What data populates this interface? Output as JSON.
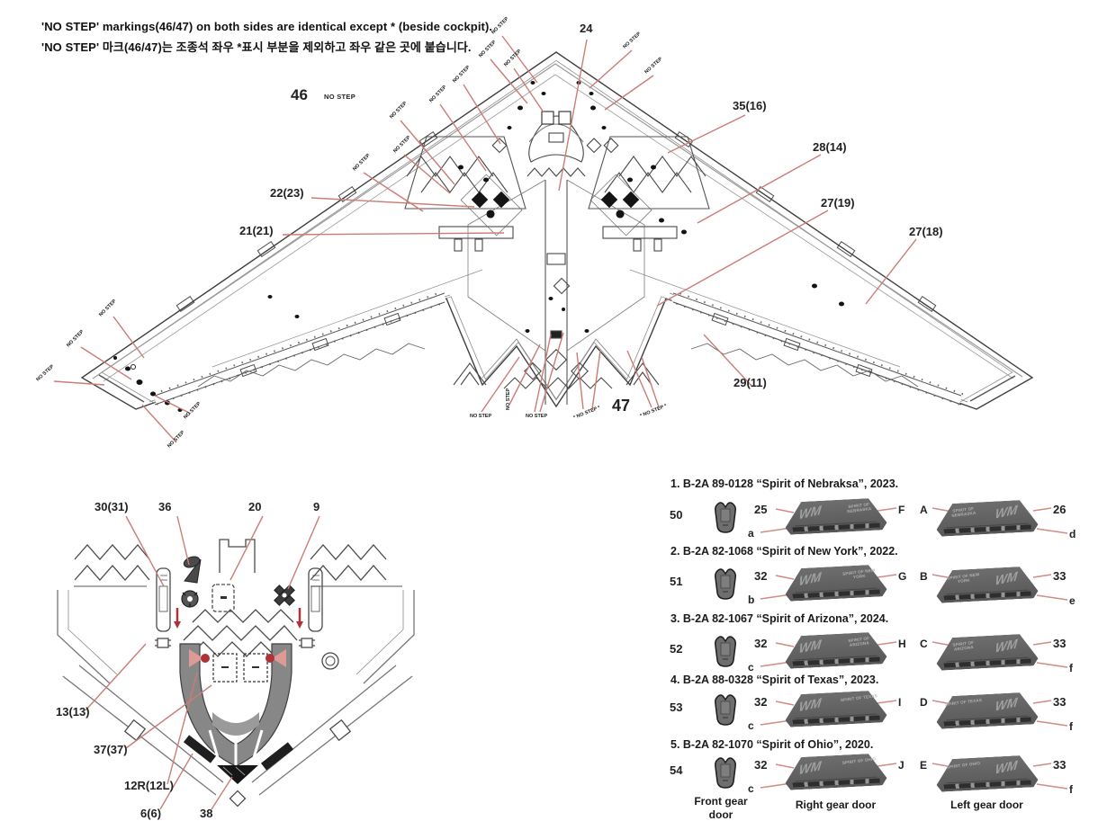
{
  "header": {
    "line1": "'NO STEP' markings(46/47) on both sides are identical except * (beside cockpit).",
    "line2": "'NO STEP' 마크(46/47)는 조종석 좌우 *표시 부분을 제외하고 좌우 같은 곳에 붙습니다."
  },
  "main": {
    "no_step": "NO STEP",
    "no_step_star": "* NO STEP *",
    "decal46": "46",
    "decal46_sub": "NO STEP",
    "decal47": "47",
    "callouts": {
      "c24": "24",
      "c35": "35(16)",
      "c28": "28(14)",
      "c27_19": "27(19)",
      "c27_18": "27(18)",
      "c22": "22(23)",
      "c21": "21(21)",
      "c29": "29(11)"
    }
  },
  "detail": {
    "callouts": {
      "c30": "30(31)",
      "c36": "36",
      "c20": "20",
      "c9": "9",
      "c13": "13(13)",
      "c37": "37(37)",
      "c12": "12R(12L)",
      "c6": "6(6)",
      "c38": "38"
    }
  },
  "variants": {
    "rows": [
      {
        "title": "1. B-2A 89-0128 “Spirit of Nebraksa”, 2023.",
        "front_num": "50",
        "right_num": "25",
        "right_corner": "a",
        "right_letter": "F",
        "left_letter": "A",
        "left_num": "26",
        "left_corner": "d",
        "door_mark": "WM",
        "door_name": "SPIRIT OF NEBRASKA"
      },
      {
        "title": "2. B-2A 82-1068 “Spirit of New York”, 2022.",
        "front_num": "51",
        "right_num": "32",
        "right_corner": "b",
        "right_letter": "G",
        "left_letter": "B",
        "left_num": "33",
        "left_corner": "e",
        "door_mark": "WM",
        "door_name": "SPIRIT OF NEW YORK"
      },
      {
        "title": "3. B-2A 82-1067 “Spirit of Arizona”, 2024.",
        "front_num": "52",
        "right_num": "32",
        "right_corner": "c",
        "right_letter": "H",
        "left_letter": "C",
        "left_num": "33",
        "left_corner": "f",
        "door_mark": "WM",
        "door_name": "SPIRIT OF ARIZONA"
      },
      {
        "title": "4. B-2A 88-0328 “Spirit of Texas”, 2023.",
        "front_num": "53",
        "right_num": "32",
        "right_corner": "c",
        "right_letter": "I",
        "left_letter": "D",
        "left_num": "33",
        "left_corner": "f",
        "door_mark": "WM",
        "door_name": "SPIRIT OF TEXAS"
      },
      {
        "title": "5. B-2A 82-1070 “Spirit of Ohio”, 2020.",
        "front_num": "54",
        "right_num": "32",
        "right_corner": "c",
        "right_letter": "J",
        "left_letter": "E",
        "left_num": "33",
        "left_corner": "f",
        "door_mark": "WM",
        "door_name": "SPIRIT OF OHIO"
      }
    ],
    "footer": {
      "front": "Front gear door",
      "right": "Right gear door",
      "left": "Left gear door"
    }
  },
  "colors": {
    "leader": "#ca7d76",
    "accent_red": "#b03236",
    "door_gray": "#646464"
  }
}
